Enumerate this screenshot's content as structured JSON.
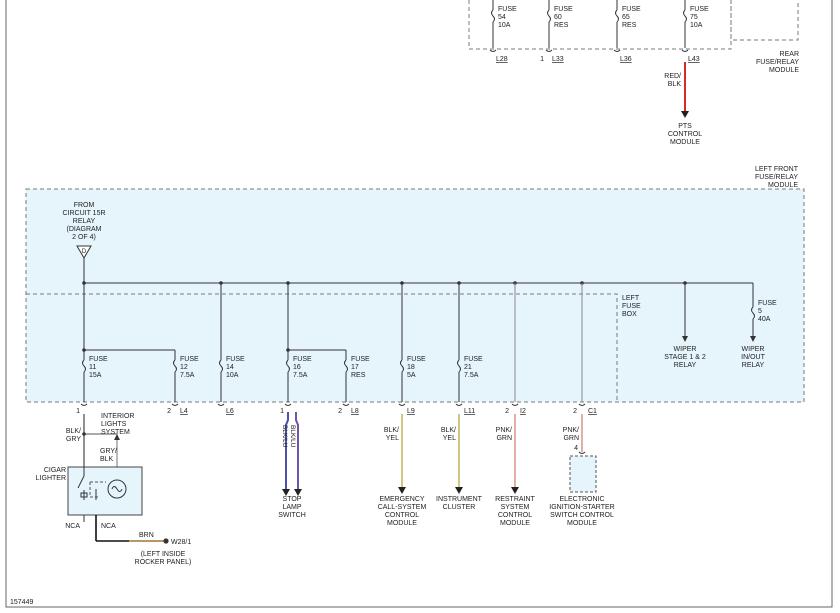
{
  "rear_box": {
    "label": [
      "REAR",
      "FUSE/RELAY",
      "MODULE"
    ],
    "fuses": [
      {
        "lines": [
          "FUSE",
          "54",
          "10A"
        ],
        "conn": "L28"
      },
      {
        "lines": [
          "FUSE",
          "60",
          "RES"
        ],
        "conn": "L33",
        "pin": "1"
      },
      {
        "lines": [
          "FUSE",
          "65",
          "RES"
        ],
        "conn": "L36"
      },
      {
        "lines": [
          "FUSE",
          "75",
          "10A"
        ],
        "conn": "L43"
      }
    ]
  },
  "pts": {
    "wire": [
      "RED/",
      "BLK"
    ],
    "module": [
      "PTS",
      "CONTROL",
      "MODULE"
    ]
  },
  "front_box": {
    "label": [
      "LEFT FRONT",
      "FUSE/RELAY",
      "MODULE"
    ],
    "from_circuit": [
      "FROM",
      "CIRCUIT 15R",
      "RELAY",
      "(DIAGRAM",
      "2 OF 4)"
    ],
    "connector_letter": "D",
    "left_fuse_box": [
      "LEFT",
      "FUSE",
      "BOX"
    ]
  },
  "fuses": [
    {
      "lines": [
        "FUSE",
        "11",
        "15A"
      ],
      "pin": "1",
      "conn": ""
    },
    {
      "lines": [
        "FUSE",
        "12",
        "7.5A"
      ],
      "pin": "2",
      "conn": "L4"
    },
    {
      "lines": [
        "FUSE",
        "14",
        "10A"
      ],
      "pin": "",
      "conn": "L6"
    },
    {
      "lines": [
        "FUSE",
        "16",
        "7.5A"
      ],
      "pin": "1",
      "conn": ""
    },
    {
      "lines": [
        "FUSE",
        "17",
        "RES"
      ],
      "pin": "2",
      "conn": "L8"
    },
    {
      "lines": [
        "FUSE",
        "18",
        "5A"
      ],
      "pin": "",
      "conn": "L9"
    },
    {
      "lines": [
        "FUSE",
        "21",
        "7.5A"
      ],
      "pin": "",
      "conn": "L11"
    }
  ],
  "fuse5": {
    "lines": [
      "FUSE",
      "5",
      "40A"
    ]
  },
  "relays": [
    {
      "lines": [
        "WIPER",
        "STAGE 1 & 2",
        "RELAY"
      ]
    },
    {
      "lines": [
        "WIPER",
        "IN/OUT",
        "RELAY"
      ]
    }
  ],
  "pinned_conns": [
    {
      "pin": "2",
      "conn": "I2"
    },
    {
      "pin": "2",
      "conn": "C1"
    }
  ],
  "wires": {
    "blk_gry": [
      "BLK/",
      "GRY"
    ],
    "gry_blk": [
      "GRY/",
      "BLK"
    ],
    "blk_lu_a": "BLK/LU",
    "blk_lu_b": "BLK/LU",
    "blk_yel_1": [
      "BLK/",
      "YEL"
    ],
    "blk_yel_2": [
      "BLK/",
      "YEL"
    ],
    "pnk_grn_1": [
      "PNK/",
      "GRN"
    ],
    "pnk_grn_2": [
      "PNK/",
      "GRN"
    ],
    "brn": "BRN",
    "nca_1": "NCA",
    "nca_2": "NCA"
  },
  "components": {
    "interior_lights": [
      "INTERIOR",
      "LIGHTS",
      "SYSTEM"
    ],
    "cigar_lighter": [
      "CIGAR",
      "LIGHTER"
    ],
    "ground": [
      "W28/1",
      "(LEFT INSIDE",
      "ROCKER PANEL)"
    ],
    "stop_lamp": [
      "STOP",
      "LAMP",
      "SWITCH"
    ],
    "emergency_call": [
      "EMERGENCY",
      "CALL-SYSTEM",
      "CONTROL",
      "MODULE"
    ],
    "instrument_cluster": [
      "INSTRUMENT",
      "CLUSTER"
    ],
    "restraint": [
      "RESTRAINT",
      "SYSTEM",
      "CONTROL",
      "MODULE"
    ],
    "ignition": [
      "ELECTRONIC",
      "IGNITION-STARTER",
      "SWITCH CONTROL",
      "MODULE"
    ],
    "ignition_pin": "4"
  },
  "figure_id": "157449",
  "colors": {
    "box_fill": "#e6f4fb",
    "wire_red": "#d62a2a",
    "wire_yellow": "#b9a63a",
    "wire_pink": "#d9807a",
    "wire_blue": "#4a4fb0",
    "wire_purple": "#7055a6",
    "wire_gray": "#8a8a8a",
    "wire_brown": "#a0733a",
    "dash": "#7a7a7a"
  }
}
